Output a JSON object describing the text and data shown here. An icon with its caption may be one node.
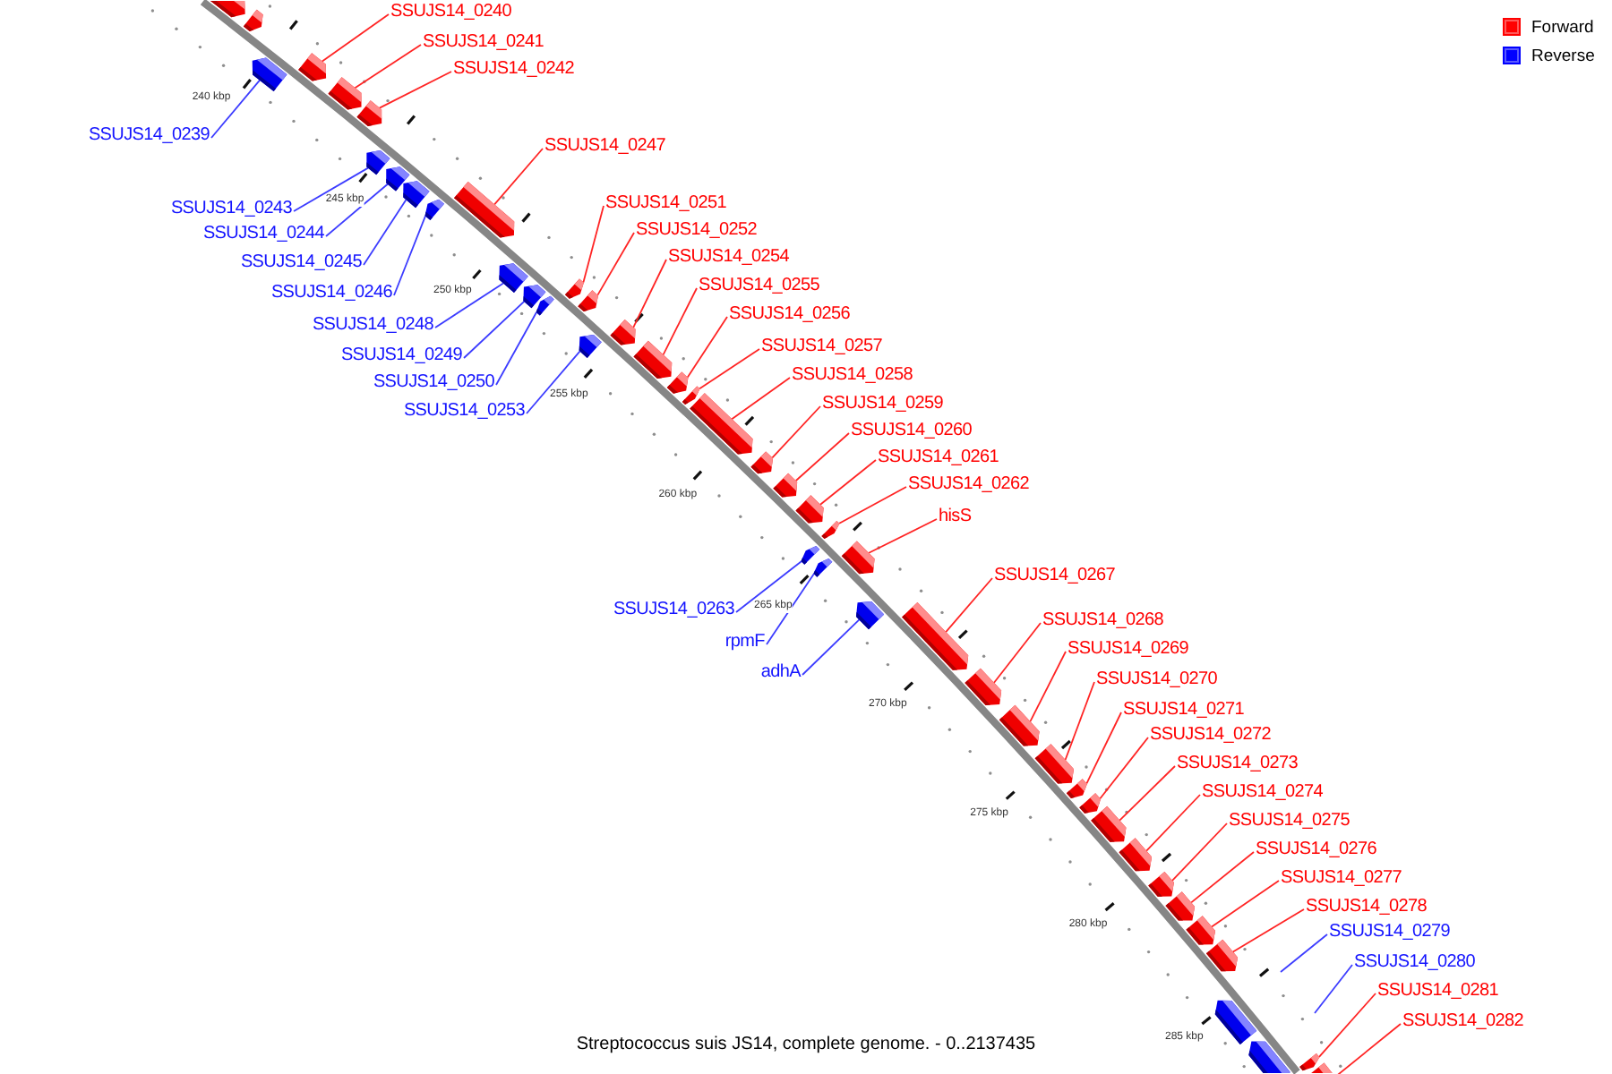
{
  "diagram": {
    "caption": "Streptococcus suis JS14, complete genome. - 0..2137435",
    "nodes": [
      {
        "text": [],
        "shape": "bar"
      },
      {
        "text": [],
        "shape": "bar"
      },
      {
        "text": [
          "SSUJS14_0239"
        ]
      },
      {
        "text": [],
        "shape": "bar"
      },
      {
        "text": [
          "SSUJS14_0240"
        ]
      },
      {
        "text": [],
        "shape": "bar"
      },
      {
        "text": [
          "SSUJS14_0241"
        ]
      },
      {
        "text": [],
        "shape": "bar"
      },
      {
        "text": [
          "SSUJS14_0242"
        ]
      },
      {
        "text": [],
        "shape": "bar"
      },
      {
        "text": [
          "SSUJS14_0243"
        ]
      },
      {
        "text": [],
        "shape": "bar"
      },
      {
        "text": [
          "SSUJS14_0244"
        ]
      },
      {
        "text": [],
        "shape": "bar"
      },
      {
        "text": [
          "SSUJS14_0245"
        ]
      },
      {
        "text": [],
        "shape": "bar"
      },
      {
        "text": [
          "SSUJS14_0246"
        ]
      },
      {
        "text": [],
        "shape": "bar"
      },
      {
        "text": [
          "SSUJS14_0247"
        ]
      },
      {
        "text": [],
        "shape": "bar"
      },
      {
        "text": [
          "SSUJS14_0248"
        ]
      },
      {
        "text": [],
        "shape": "bar"
      },
      {
        "text": [
          "SSUJS14_0249"
        ]
      },
      {
        "text": [],
        "shape": "bar"
      },
      {
        "text": [
          "SSUJS14_0250"
        ]
      },
      {
        "text": [],
        "shape": "bar"
      },
      {
        "text": [
          "SSUJS14_0251"
        ]
      },
      {
        "text": [],
        "shape": "bar"
      },
      {
        "text": [
          "SSUJS14_0252"
        ]
      },
      {
        "text": [],
        "shape": "bar"
      },
      {
        "text": [
          "SSUJS14_0253"
        ]
      },
      {
        "text": [],
        "shape": "bar"
      },
      {
        "text": [
          "SSUJS14_0254"
        ]
      },
      {
        "text": [],
        "shape": "bar"
      },
      {
        "text": [
          "SSUJS14_0255"
        ]
      },
      {
        "text": [],
        "shape": "bar"
      },
      {
        "text": [
          "SSUJS14_0256"
        ]
      },
      {
        "text": [],
        "shape": "bar"
      },
      {
        "text": [
          "SSUJS14_0257"
        ]
      },
      {
        "text": [],
        "shape": "bar"
      },
      {
        "text": [
          "SSUJS14_0258"
        ]
      },
      {
        "text": [],
        "shape": "bar"
      },
      {
        "text": [
          "SSUJS14_0259"
        ]
      },
      {
        "text": [],
        "shape": "bar"
      },
      {
        "text": [
          "SSUJS14_0260"
        ]
      },
      {
        "text": [],
        "shape": "bar"
      },
      {
        "text": [
          "SSUJS14_0261"
        ]
      },
      {
        "text": [],
        "shape": "bar"
      },
      {
        "text": [
          "SSUJS14_0262"
        ]
      },
      {
        "text": [],
        "shape": "bar"
      },
      {
        "text": [
          "SSUJS14_0263"
        ]
      },
      {
        "text": [],
        "shape": "bar"
      },
      {
        "text": [
          "rpmF"
        ]
      },
      {
        "text": [],
        "shape": "bar"
      },
      {
        "text": [
          "hisS"
        ]
      },
      {
        "text": [],
        "shape": "bar"
      },
      {
        "text": [
          "adhA"
        ]
      },
      {
        "text": [],
        "shape": "bar"
      },
      {
        "text": [
          "SSUJS14_0267"
        ]
      },
      {
        "text": [],
        "shape": "bar"
      },
      {
        "text": [
          "SSUJS14_0268"
        ]
      },
      {
        "text": [],
        "shape": "bar"
      },
      {
        "text": [
          "SSUJS14_0269"
        ]
      },
      {
        "text": [],
        "shape": "bar"
      },
      {
        "text": [
          "SSUJS14_0270"
        ]
      },
      {
        "text": [],
        "shape": "bar"
      },
      {
        "text": [
          "SSUJS14_0271"
        ]
      },
      {
        "text": [],
        "shape": "bar"
      },
      {
        "text": [
          "SSUJS14_0272"
        ]
      },
      {
        "text": [],
        "shape": "bar"
      },
      {
        "text": [
          "SSUJS14_0273"
        ]
      },
      {
        "text": [],
        "shape": "bar"
      },
      {
        "text": [
          "SSUJS14_0274"
        ]
      },
      {
        "text": [],
        "shape": "bar"
      },
      {
        "text": [
          "SSUJS14_0275"
        ]
      },
      {
        "text": [],
        "shape": "bar"
      },
      {
        "text": [
          "SSUJS14_0276"
        ]
      },
      {
        "text": [],
        "shape": "bar"
      },
      {
        "text": [
          "SSUJS14_0277"
        ]
      },
      {
        "text": [],
        "shape": "bar"
      },
      {
        "text": [
          "SSUJS14_0278"
        ]
      },
      {
        "text": [],
        "shape": "bar"
      },
      {
        "text": [
          "SSUJS14_0279"
        ]
      },
      {
        "text": [
          "SSUJS14_0280"
        ]
      },
      {
        "text": [],
        "shape": "bar"
      },
      {
        "text": [],
        "shape": "bar"
      },
      {
        "text": [
          "SSUJS14_0281"
        ]
      },
      {
        "text": [],
        "shape": "bar"
      },
      {
        "text": [
          "SSUJS14_0282"
        ]
      },
      {
        "text": [],
        "shape": "bar"
      }
    ],
    "edges": [
      {
        "from": 2,
        "to": 3,
        "arrow": "none",
        "color": "#3c3cff"
      },
      {
        "from": 4,
        "to": 5,
        "arrow": "none"
      },
      {
        "from": 6,
        "to": 7,
        "arrow": "none"
      },
      {
        "from": 8,
        "to": 9,
        "arrow": "none"
      },
      {
        "from": 10,
        "to": 11,
        "arrow": "none",
        "color": "#3c3cff"
      },
      {
        "from": 12,
        "to": 13,
        "arrow": "none",
        "color": "#3c3cff"
      },
      {
        "from": 14,
        "to": 15,
        "arrow": "none",
        "color": "#3c3cff"
      },
      {
        "from": 16,
        "to": 17,
        "arrow": "none",
        "color": "#3c3cff"
      },
      {
        "from": 18,
        "to": 19,
        "arrow": "none"
      },
      {
        "from": 20,
        "to": 21,
        "arrow": "none",
        "color": "#3c3cff"
      },
      {
        "from": 22,
        "to": 23,
        "arrow": "none",
        "color": "#3c3cff"
      },
      {
        "from": 24,
        "to": 25,
        "arrow": "none",
        "color": "#3c3cff"
      },
      {
        "from": 26,
        "to": 27,
        "arrow": "none"
      },
      {
        "from": 28,
        "to": 29,
        "arrow": "none"
      },
      {
        "from": 30,
        "to": 31,
        "arrow": "none",
        "color": "#3c3cff"
      },
      {
        "from": 32,
        "to": 33,
        "arrow": "none"
      },
      {
        "from": 34,
        "to": 35,
        "arrow": "none"
      },
      {
        "from": 36,
        "to": 37,
        "arrow": "none"
      },
      {
        "from": 38,
        "to": 39,
        "arrow": "none"
      },
      {
        "from": 40,
        "to": 41,
        "arrow": "none"
      },
      {
        "from": 42,
        "to": 43,
        "arrow": "none"
      },
      {
        "from": 44,
        "to": 45,
        "arrow": "none"
      },
      {
        "from": 46,
        "to": 47,
        "arrow": "none"
      },
      {
        "from": 48,
        "to": 49,
        "arrow": "none"
      },
      {
        "from": 50,
        "to": 51,
        "arrow": "none",
        "color": "#3c3cff"
      },
      {
        "from": 52,
        "to": 53,
        "arrow": "none",
        "color": "#3c3cff"
      },
      {
        "from": 54,
        "to": 55,
        "arrow": "none"
      },
      {
        "from": 56,
        "to": 57,
        "arrow": "none",
        "color": "#3c3cff"
      },
      {
        "from": 58,
        "to": 59,
        "arrow": "none"
      },
      {
        "from": 60,
        "to": 61,
        "arrow": "none"
      },
      {
        "from": 62,
        "to": 63,
        "arrow": "none"
      },
      {
        "from": 64,
        "to": 65,
        "arrow": "none"
      },
      {
        "from": 66,
        "to": 67,
        "arrow": "none"
      },
      {
        "from": 68,
        "to": 69,
        "arrow": "none"
      },
      {
        "from": 70,
        "to": 71,
        "arrow": "none"
      },
      {
        "from": 72,
        "to": 73,
        "arrow": "none"
      },
      {
        "from": 74,
        "to": 75,
        "arrow": "none"
      },
      {
        "from": 76,
        "to": 77,
        "arrow": "none"
      },
      {
        "from": 78,
        "to": 79,
        "arrow": "none"
      },
      {
        "from": 80,
        "to": 81,
        "arrow": "none"
      },
      {
        "from": 82,
        "to": null,
        "arrow": "none",
        "color": "#3c3cff"
      },
      {
        "from": 83,
        "to": null,
        "arrow": "none",
        "color": "#3c3cff"
      },
      {
        "from": 86,
        "to": 87,
        "arrow": "none"
      },
      {
        "from": 88,
        "to": 89,
        "arrow": "none"
      }
    ],
    "labels": [
      "240 kbp",
      "245 kbp",
      "250 kbp",
      "255 kbp",
      "260 kbp",
      "265 kbp",
      "270 kbp",
      "275 kbp",
      "280 kbp",
      "285 kbp"
    ],
    "legend": [
      {
        "text": "Forward",
        "color": "#ff0000"
      },
      {
        "text": "Reverse",
        "color": "#0000ff"
      }
    ]
  }
}
